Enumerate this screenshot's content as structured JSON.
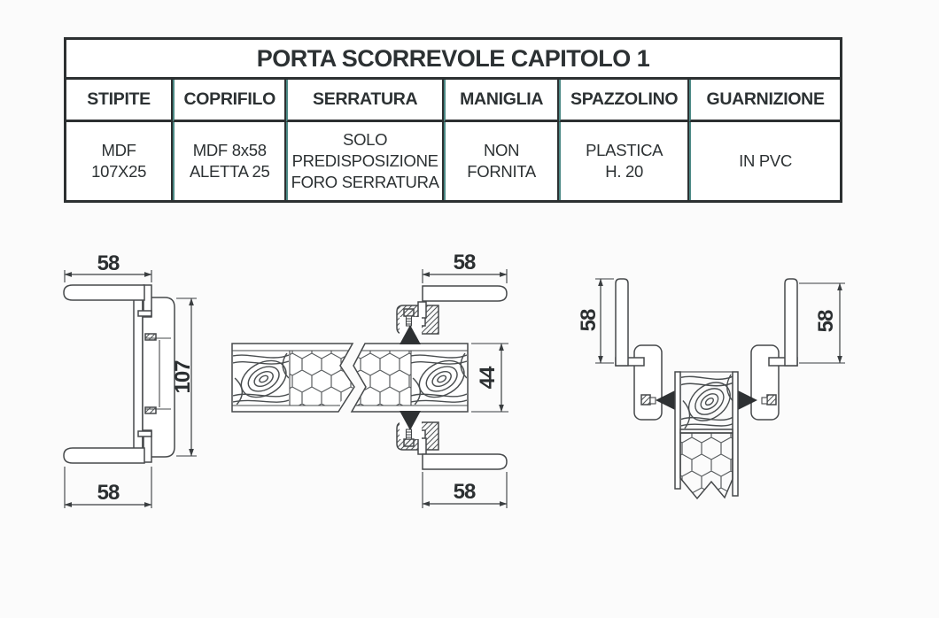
{
  "table": {
    "title": "PORTA SCORREVOLE CAPITOLO 1",
    "headers": [
      "STIPITE",
      "COPRIFILO",
      "SERRATURA",
      "MANIGLIA",
      "SPAZZOLINO",
      "GUARNIZIONE"
    ],
    "values": [
      "MDF\n107X25",
      "MDF 8x58\nALETTA 25",
      "SOLO\nPREDISPOSIZIONE\nFORO SERRATURA",
      "NON\nFORNITA",
      "PLASTICA\nH. 20",
      "IN PVC"
    ]
  },
  "drawings": {
    "jamb_vertical_section": {
      "dim_top": "58",
      "dim_height": "107",
      "dim_bottom": "58"
    },
    "door_horizontal_section": {
      "dim_top": "58",
      "dim_thickness": "44",
      "dim_bottom": "58"
    },
    "track_cross_section": {
      "dim_left": "58",
      "dim_right": "58"
    }
  },
  "colors": {
    "border_dark": "#2c3031",
    "accent_teal": "#4d8a86",
    "line_gray": "#46494b",
    "text_dark": "#2c3133"
  }
}
